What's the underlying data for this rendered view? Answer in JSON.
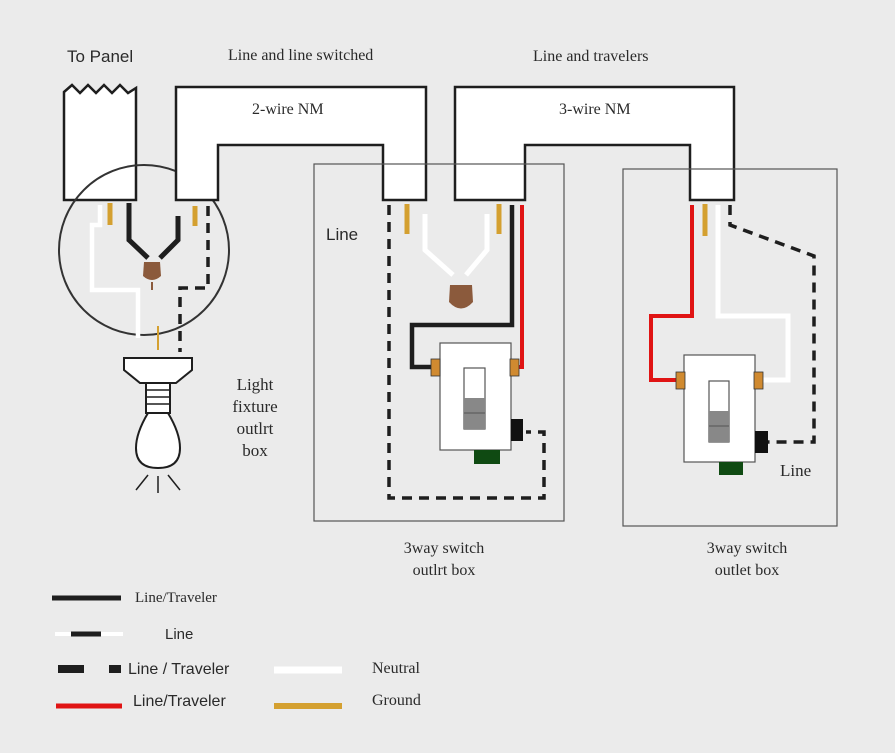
{
  "labels": {
    "to_panel": "To Panel",
    "line_and_line_switched": "Line and line switched",
    "line_and_travelers": "Line and travelers",
    "two_wire_nm": "2-wire NM",
    "three_wire_nm": "3-wire NM",
    "line_box1": "Line",
    "line_box2": "Line",
    "light_fixture_box": [
      "Light",
      "fixture",
      "outlrt",
      "box"
    ],
    "switch_box_1": [
      "3way switch",
      "outlrt box"
    ],
    "switch_box_2": [
      "3way switch",
      "outlet box"
    ]
  },
  "legend": [
    {
      "style": "solid-black",
      "label": "Line/Traveler"
    },
    {
      "style": "white-black-white",
      "label": "Line"
    },
    {
      "style": "dashed-black",
      "label": "Line / Traveler"
    },
    {
      "style": "solid-red",
      "label": "Line/Traveler"
    },
    {
      "style": "solid-white",
      "label": "Neutral"
    },
    {
      "style": "solid-ground",
      "label": "Ground"
    }
  ],
  "colors": {
    "background": "#ebebeb",
    "black_wire": "#1e1e1e",
    "red_wire": "#e01414",
    "white_wire": "#ffffff",
    "ground_wire": "#d4a030",
    "wire_nut": "#8b5a3c",
    "terminal": "#d08a30",
    "green_ground_screw": "#0f4a12"
  }
}
